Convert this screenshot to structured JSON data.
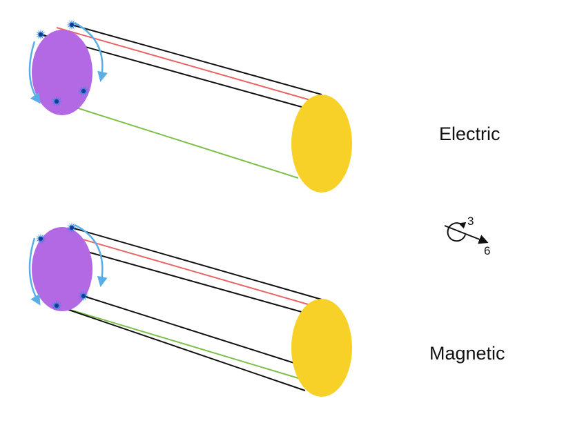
{
  "panels": [
    {
      "id": "electric",
      "label": "Electric",
      "connections": [
        {
          "from": "star-top",
          "to": "right-top",
          "color": "black"
        },
        {
          "from": "star-top-inner",
          "to": "right-upper",
          "color": "red"
        },
        {
          "from": "star-left",
          "to": "right-mid",
          "color": "black"
        },
        {
          "from": "star-bottom",
          "to": "right-low",
          "color": "green"
        }
      ]
    },
    {
      "id": "magnetic",
      "label": "Magnetic",
      "connections": [
        {
          "from": "star-top",
          "to": "right-top",
          "color": "black"
        },
        {
          "from": "star-top-inner",
          "to": "right-upper",
          "color": "red"
        },
        {
          "from": "star-left",
          "to": "right-mid",
          "color": "black"
        },
        {
          "from": "star-right",
          "to": "right-low",
          "color": "black"
        },
        {
          "from": "star-bottom",
          "to": "right-lower",
          "color": "green"
        },
        {
          "from": "star-bottom",
          "to": "right-bottom",
          "color": "black"
        }
      ]
    }
  ],
  "rotation_symbol": {
    "rotation_label": "3",
    "axis_label": "6"
  },
  "colors": {
    "left_disk": "#b469e4",
    "right_disk": "#f7d127",
    "red_line": "#e86464",
    "green_line": "#7cc04a",
    "black_line": "#111111",
    "arrow": "#5aaee8",
    "star": "#2b7fe6"
  }
}
